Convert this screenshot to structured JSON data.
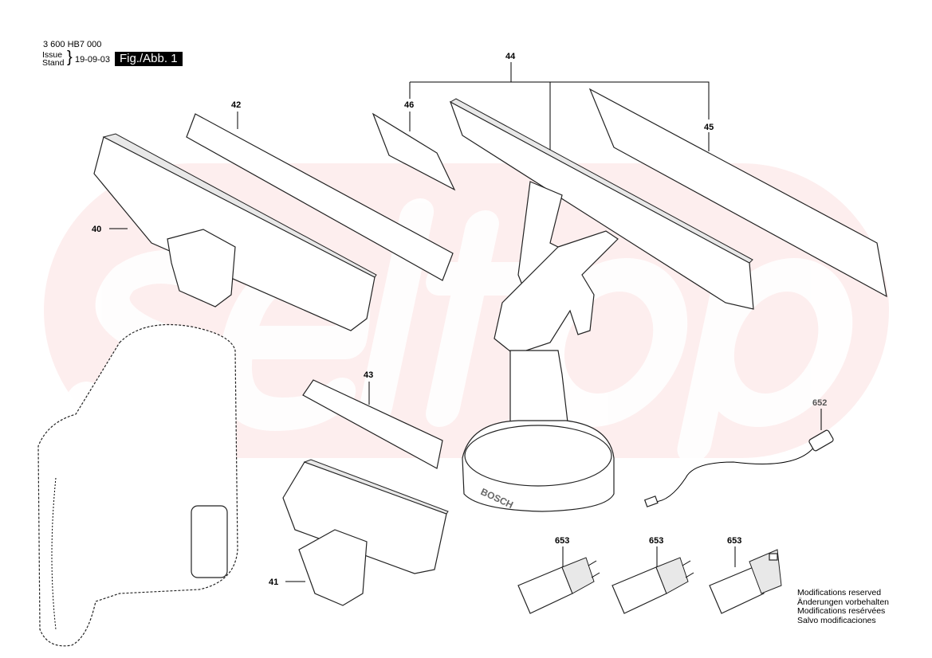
{
  "header": {
    "doc_number": "3 600 HB7 000",
    "issue_label": "Issue",
    "stand_label": "Stand",
    "issue_date": "19-09-03",
    "figure_label": "Fig./Abb. 1"
  },
  "watermark": "seltop",
  "callouts": {
    "p44": "44",
    "p42": "42",
    "p46": "46",
    "p45": "45",
    "p40": "40",
    "p43": "43",
    "p652": "652",
    "p653a": "653",
    "p653b": "653",
    "p653c": "653",
    "p41": "41"
  },
  "brand_logo": "BOSCH",
  "footer_notes": [
    "Modifications reserved",
    "Änderungen vorbehalten",
    "Modifications resérvées",
    "Salvo modificaciones"
  ],
  "colors": {
    "watermark": "#fbe3e3",
    "callout_gray": "#555555"
  }
}
